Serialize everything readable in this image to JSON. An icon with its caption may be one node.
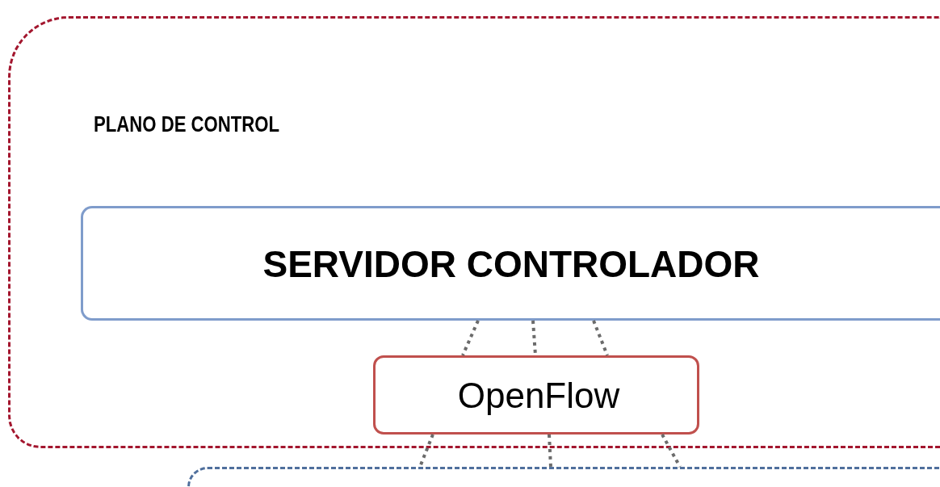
{
  "diagram": {
    "nodes": [
      {
        "text": [
          "PLANO DE CONTROL"
        ]
      },
      {
        "text": [
          "SERVIDOR CONTROLADOR"
        ],
        "in": 0
      },
      {
        "text": [
          "OpenFlow"
        ],
        "in": 0
      },
      {
        "text": [],
        "shape": "box"
      }
    ],
    "edges": [
      {
        "from": 1,
        "to": 2,
        "arrow": "none"
      },
      {
        "from": 1,
        "to": 2,
        "arrow": "none"
      },
      {
        "from": 1,
        "to": 2,
        "arrow": "none"
      },
      {
        "from": 2,
        "to": 3,
        "arrow": "none"
      },
      {
        "from": 2,
        "to": 3,
        "arrow": "none"
      },
      {
        "from": 2,
        "to": 3,
        "arrow": "none"
      }
    ]
  }
}
